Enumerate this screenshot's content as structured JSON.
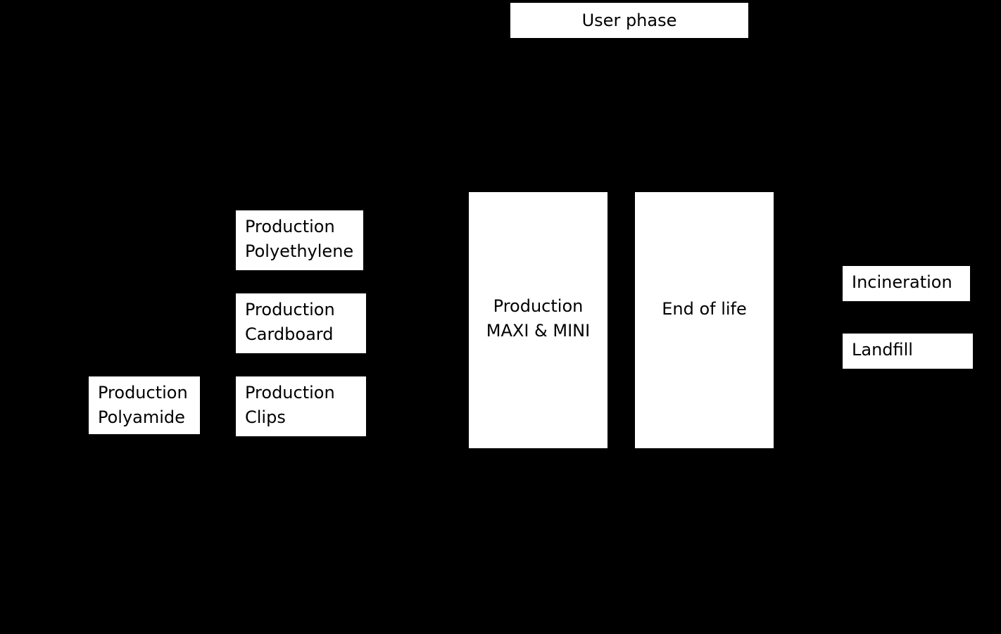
{
  "diagram": {
    "user_phase": "User phase",
    "production_polyethylene": [
      "Production",
      "Polyethylene"
    ],
    "production_cardboard": [
      "Production",
      "Cardboard"
    ],
    "production_clips": [
      "Production",
      "Clips"
    ],
    "production_polyamide": [
      "Production",
      "Polyamide"
    ],
    "production_maxi_mini": [
      "Production",
      "MAXI & MINI"
    ],
    "end_of_life": "End of life",
    "incineration": "Incineration",
    "landfill": "Landfill"
  }
}
